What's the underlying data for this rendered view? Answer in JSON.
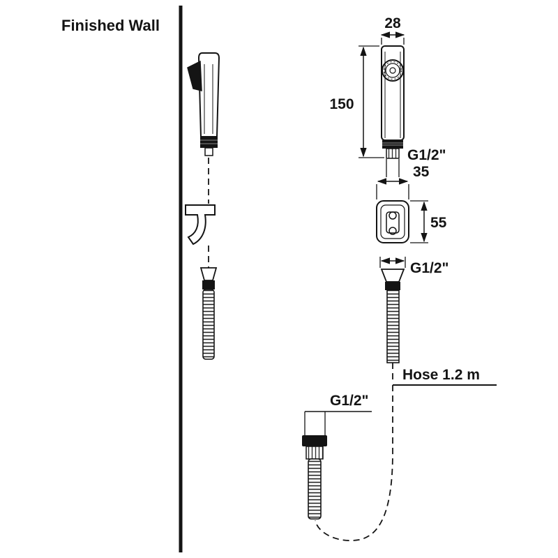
{
  "labels": {
    "finished_wall": "Finished Wall",
    "hose_length": "Hose 1.2 m"
  },
  "dimensions": {
    "head_width_mm": "28",
    "head_length_mm": "150",
    "thread_outlet": "G1/2\"",
    "bracket_width_mm": "35",
    "bracket_height_mm": "55",
    "thread_hose_top": "G1/2\"",
    "thread_hose_end": "G1/2\""
  },
  "colors": {
    "line": "#141414",
    "background": "#ffffff"
  }
}
